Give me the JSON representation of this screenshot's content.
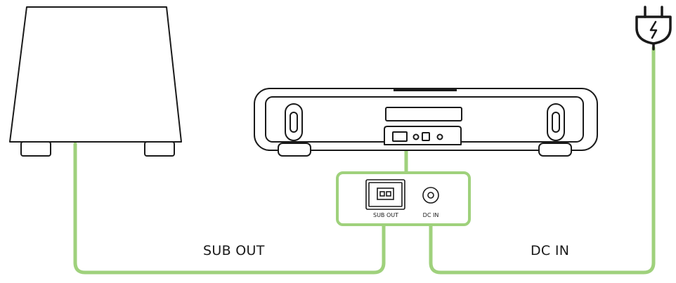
{
  "labels": {
    "sub_out": "SUB OUT",
    "dc_in": "DC IN",
    "port_sub_out": "SUB OUT",
    "port_dc_in": "DC IN"
  },
  "colors": {
    "cable": "#9fd17c",
    "outline": "#1a1a1a",
    "background": "#ffffff"
  },
  "icons": {
    "subwoofer": "subwoofer-icon",
    "soundbar": "soundbar-icon",
    "power_plug": "power-plug-icon",
    "sub_out_port": "sub-out-port-icon",
    "dc_in_port": "dc-in-port-icon"
  }
}
